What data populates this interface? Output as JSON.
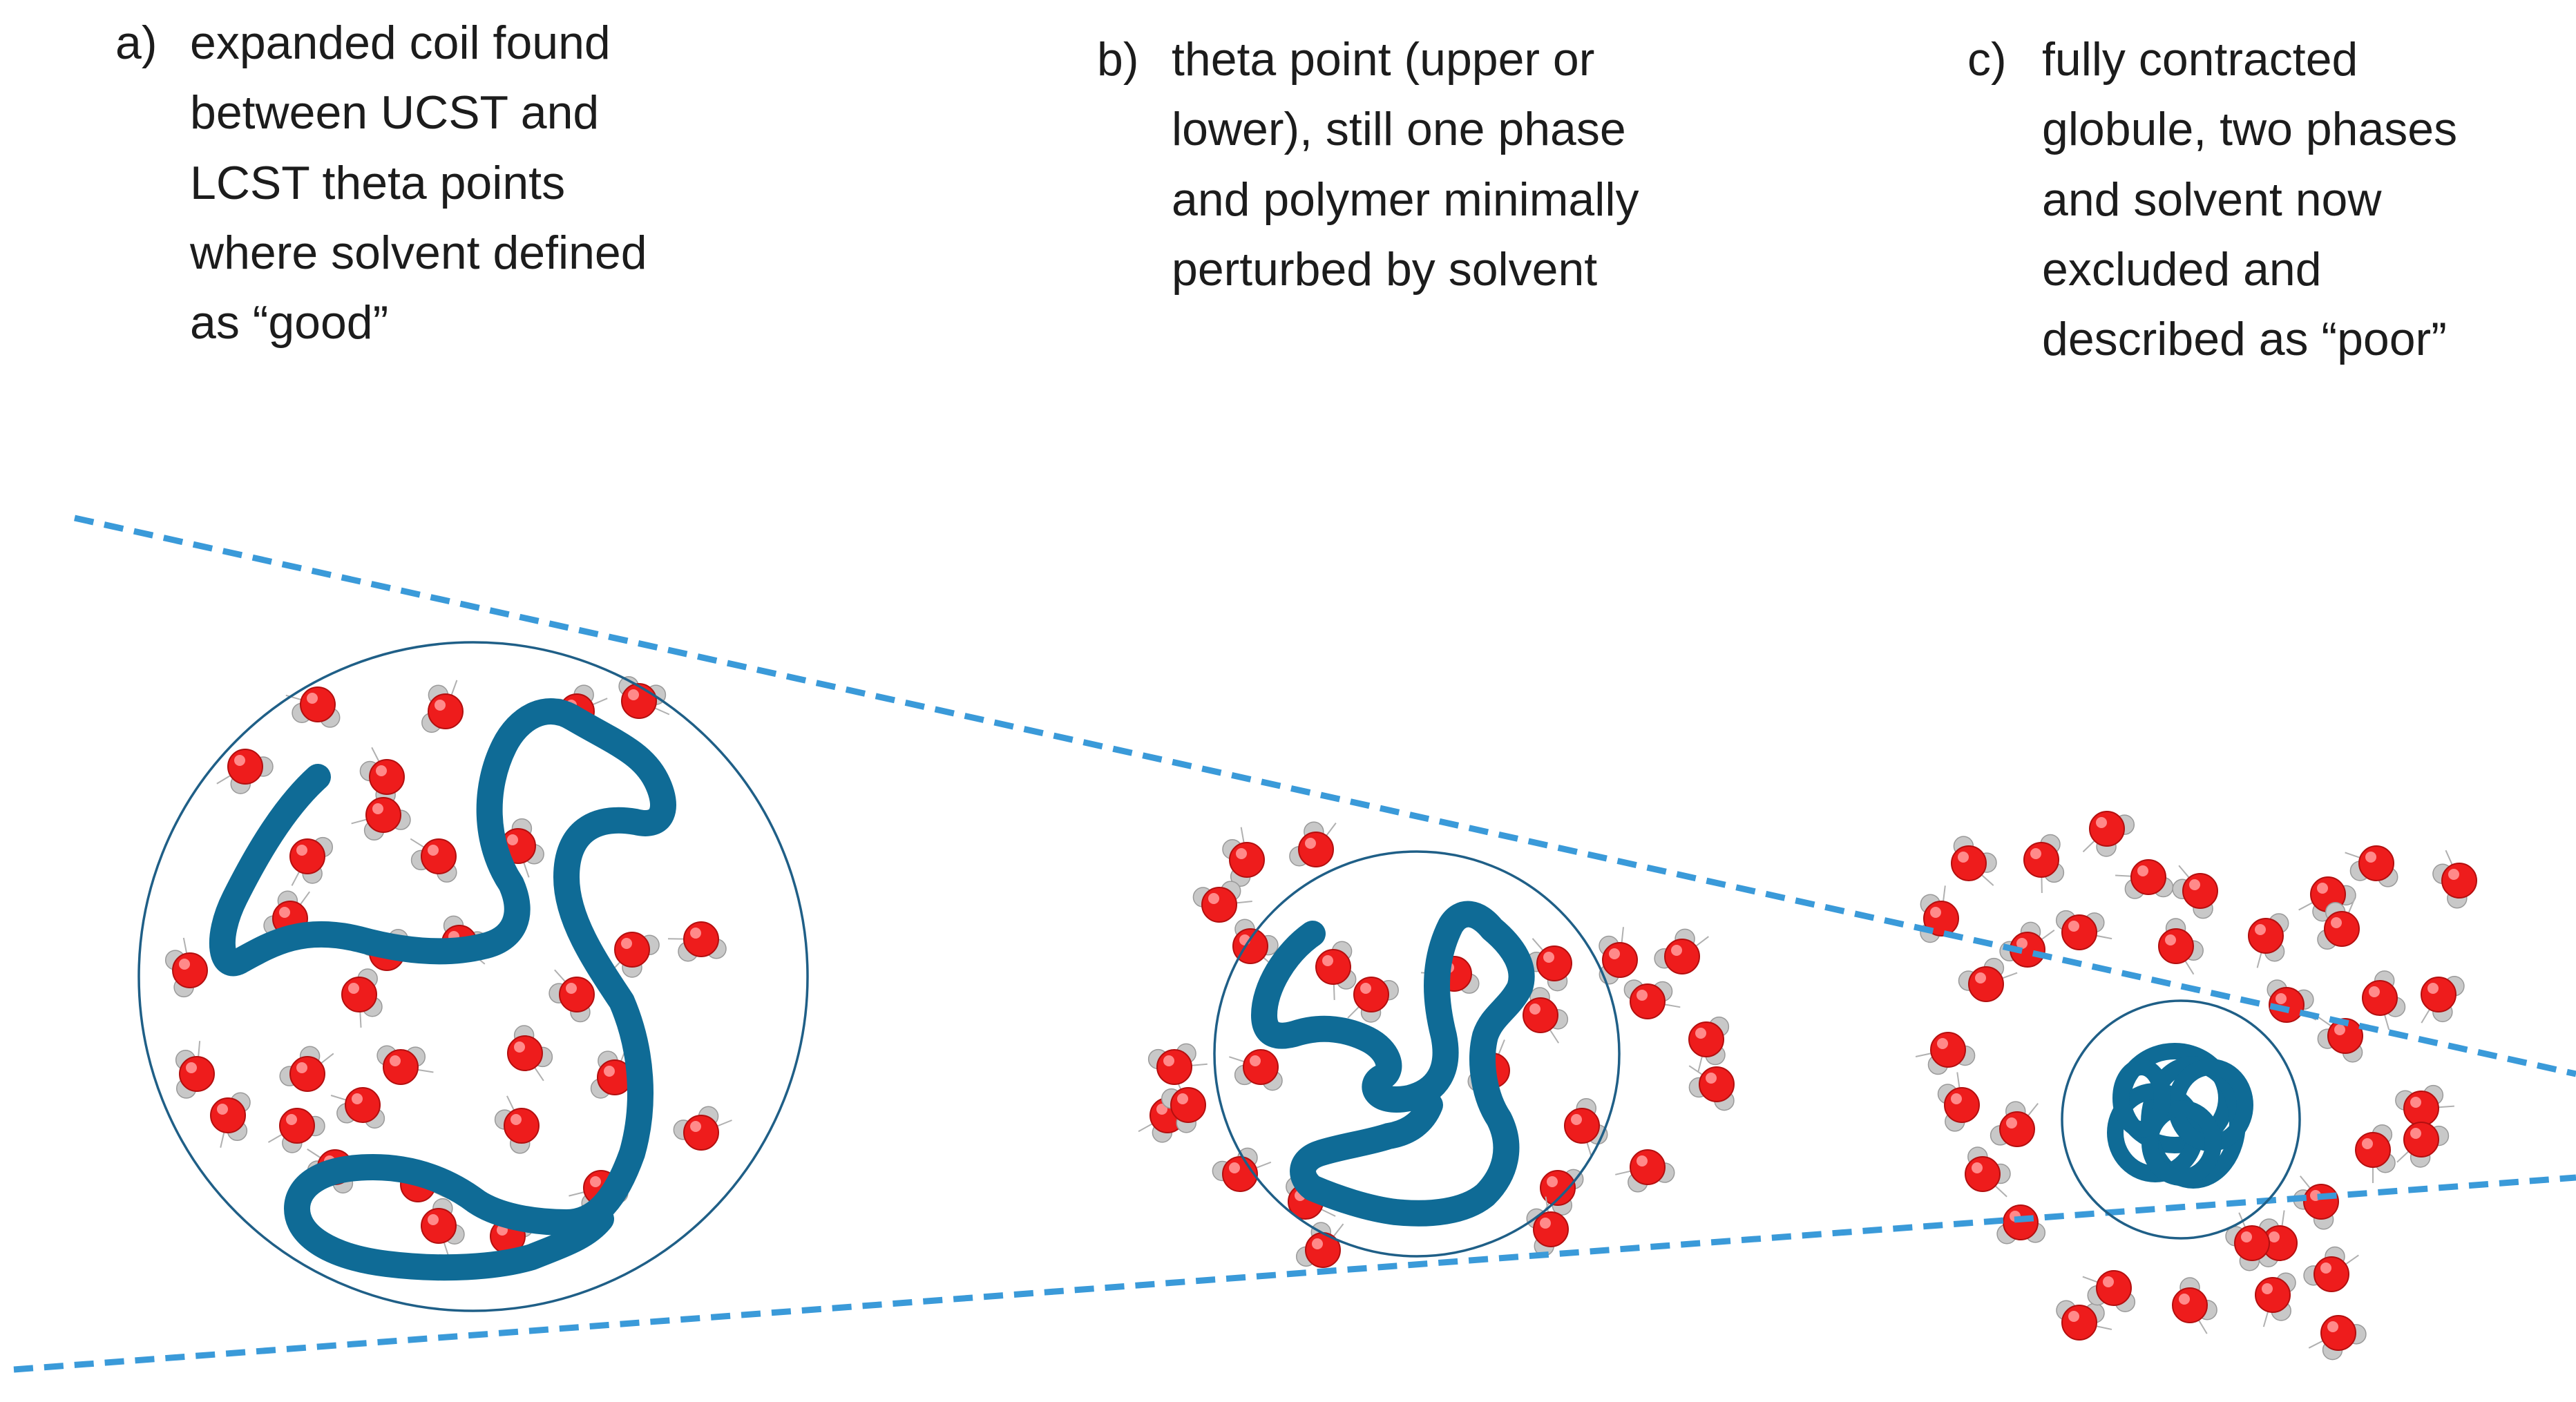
{
  "captions": {
    "a": {
      "marker": "a)",
      "lines": [
        "expanded coil found",
        "between UCST and",
        "LCST theta points",
        "where solvent defined",
        "as “good”"
      ]
    },
    "b": {
      "marker": "b)",
      "lines": [
        "theta point (upper or",
        "lower), still one phase",
        "and polymer minimally",
        "perturbed by solvent"
      ]
    },
    "c": {
      "marker": "c)",
      "lines": [
        "fully contracted",
        "globule, two phases",
        "and solvent now",
        "excluded and",
        "described as “poor”"
      ]
    }
  },
  "colors": {
    "boundary_dashed": "#3a9ad9",
    "polymer_chain": "#0f6b96",
    "sphere_outline": "#1f5f87",
    "oxygen": "#ee1c1c",
    "hydrogen": "#c8c8c8"
  }
}
